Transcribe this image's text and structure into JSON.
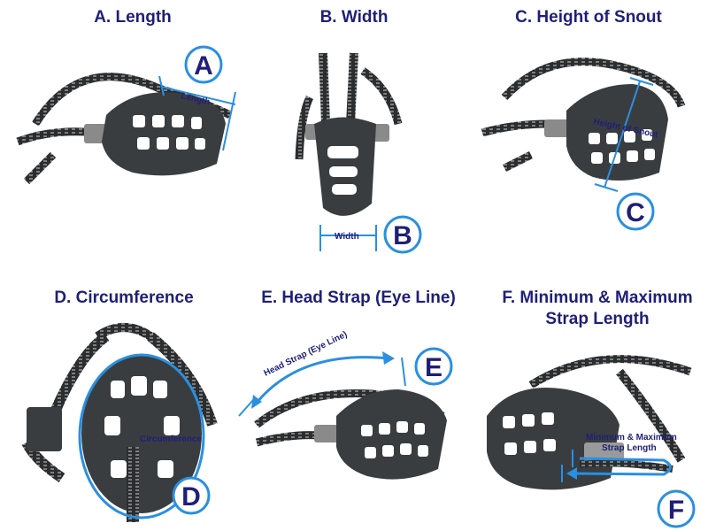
{
  "panels": [
    {
      "title": "A. Length",
      "badge": "A",
      "measure_label": "Length"
    },
    {
      "title": "B. Width",
      "badge": "B",
      "measure_label": "Width"
    },
    {
      "title": "C. Height of Snout",
      "badge": "C",
      "measure_label": "Height of Snout"
    },
    {
      "title": "D. Circumference",
      "badge": "D",
      "measure_label": "Circumference"
    },
    {
      "title": "E. Head Strap (Eye Line)",
      "badge": "E",
      "measure_label": "Head Strap (Eye Line)"
    },
    {
      "title_line1": "F. Minimum & Maximum",
      "title_line2": "Strap Length",
      "badge": "F",
      "measure_label_line1": "Minimum & Maximum",
      "measure_label_line2": "Strap Length"
    }
  ],
  "colors": {
    "title": "#1f1f78",
    "measure_line": "#2a8fe0",
    "badge_ring": "#2a8fe0",
    "muzzle": "#3a3d40",
    "strap": "#2b2d2f",
    "stitch": "#d0d0d0"
  }
}
